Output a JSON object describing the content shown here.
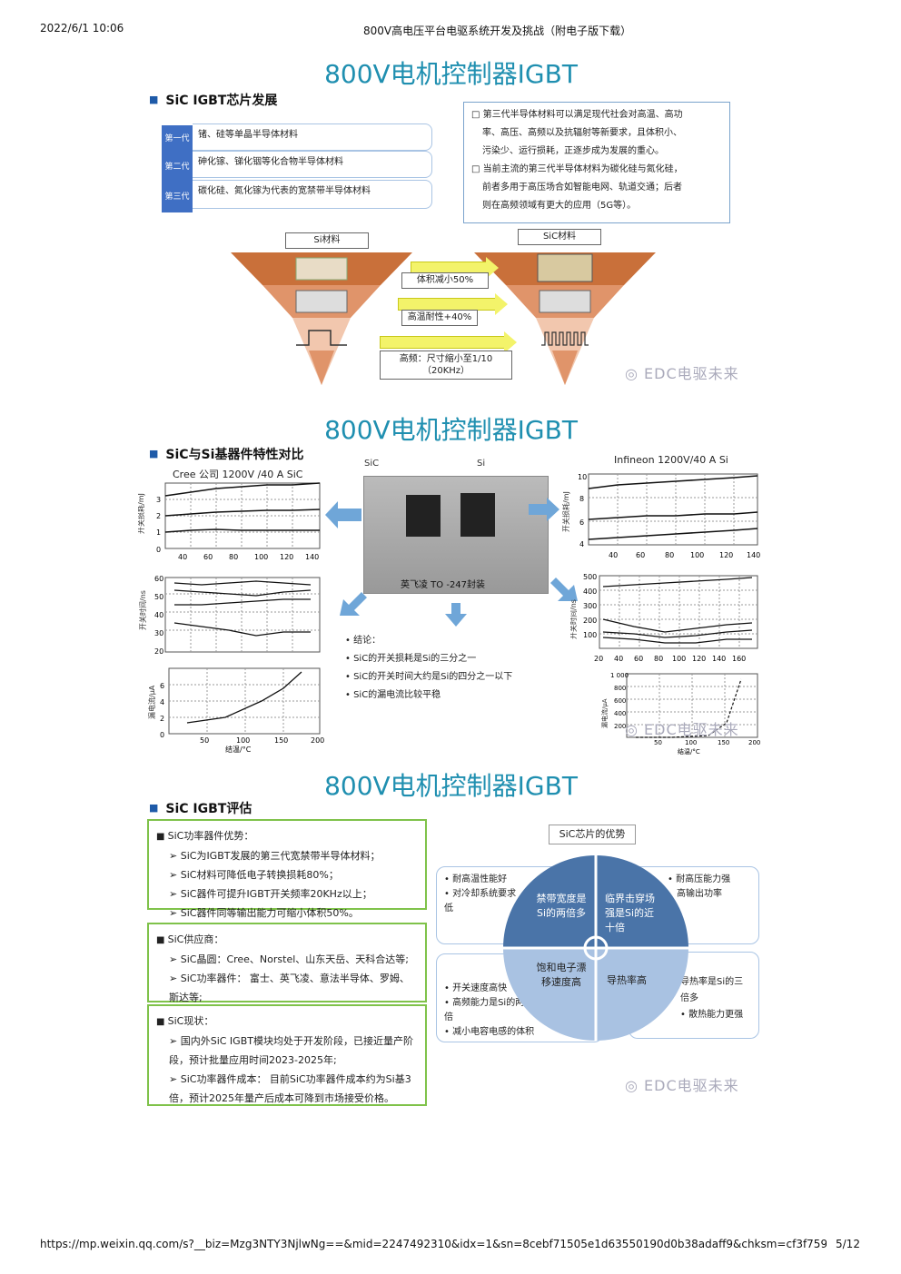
{
  "header": {
    "datetime": "2022/6/1 10:06",
    "doc_title": "800V高电压平台电驱系统开发及挑战（附电子版下载）"
  },
  "footer": {
    "url": "https://mp.weixin.qq.com/s?__biz=Mzg3NTY3NjlwNg==&mid=2247492310&idx=1&sn=8cebf71505e1d63550190d0b38adaff9&chksm=cf3f7597f…",
    "page": "5/12"
  },
  "slide1": {
    "title": "800V电机控制器IGBT",
    "section": "SiC IGBT芯片发展",
    "generations": [
      {
        "label": "第一代",
        "text": "锗、硅等单晶半导体材料"
      },
      {
        "label": "第二代",
        "text": "砷化镓、锑化铟等化合物半导体材料"
      },
      {
        "label": "第三代",
        "text": "碳化硅、氮化镓为代表的宽禁带半导体材料"
      }
    ],
    "note_lines": [
      "第三代半导体材料可以满足现代社会对高温、高功",
      "率、高压、高频以及抗辐射等新要求，且体积小、",
      "污染少、运行损耗，正逐步成为发展的重心。",
      "当前主流的第三代半导体材料为碳化硅与氮化硅，",
      "前者多用于高压场合如智能电网、轨道交通；后者",
      "则在高频领域有更大的应用（5G等）。"
    ],
    "si_label": "Si材料",
    "sic_label": "SiC材料",
    "arrows": [
      "体积减小50%",
      "高温耐性+40%",
      "高频：尺寸缩小至1/10",
      "（20KHz）"
    ],
    "watermark": "EDC电驱未来"
  },
  "slide2": {
    "title": "800V电机控制器IGBT",
    "section": "SiC与Si基器件特性对比",
    "left_chart_title": "Cree 公司  1200V /40 A SiC",
    "right_chart_title": "Infineon  1200V/40 A Si",
    "photo_labels": {
      "sic": "SiC",
      "si": "Si",
      "caption": "英飞凌 TO -247封装"
    },
    "ylabel_loss": "开关损耗/mJ",
    "ylabel_time": "开关时间/ns",
    "ylabel_leak": "漏电流/μA",
    "xlabel_temp": "结温/°C",
    "conclusion_title": "结论：",
    "conclusions": [
      "SiC的开关损耗是Si的三分之一",
      "SiC的开关时间大约是Si的四分之一以下",
      "SiC的漏电流比较平稳"
    ],
    "left_loss_ticks_x": [
      "40",
      "60",
      "80",
      "100",
      "120",
      "140"
    ],
    "left_loss_ticks_y": [
      "0",
      "1",
      "2",
      "3"
    ],
    "right_loss_ticks_x": [
      "40",
      "60",
      "80",
      "100",
      "120",
      "140"
    ],
    "right_loss_ticks_y": [
      "4",
      "6",
      "8",
      "10"
    ],
    "left_time_ticks_y": [
      "20",
      "30",
      "40",
      "50",
      "60"
    ],
    "right_time_ticks_y": [
      "100",
      "200",
      "300",
      "400",
      "500"
    ],
    "right_time_ticks_x": [
      "20",
      "40",
      "60",
      "80",
      "100",
      "120",
      "140",
      "160"
    ],
    "left_leak_ticks_x": [
      "50",
      "100",
      "150",
      "200"
    ],
    "left_leak_ticks_y": [
      "0",
      "2",
      "4",
      "6"
    ],
    "right_leak_ticks_x": [
      "50",
      "100",
      "150",
      "200"
    ],
    "right_leak_ticks_y": [
      "200",
      "400",
      "600",
      "800",
      "1 000"
    ],
    "watermark": "EDC电驱未来"
  },
  "slide3": {
    "title": "800V电机控制器IGBT",
    "section": "SiC IGBT评估",
    "adv_title": "SiC功率器件优势：",
    "adv_items": [
      "SiC为IGBT发展的第三代宽禁带半导体材料；",
      "SiC材料可降低电子转换损耗80%；",
      "SiC器件可提升IGBT开关频率20KHz以上；",
      "SiC器件同等输出能力可缩小体积50%。"
    ],
    "sup_title": "SiC供应商：",
    "sup_items": [
      "SiC晶圆：Cree、Norstel、山东天岳、天科合达等;",
      "SiC功率器件：  富士、英飞凌、意法半导体、罗姆、斯达等;"
    ],
    "status_title": "SiC现状：",
    "status_items": [
      "国内外SiC IGBT模块均处于开发阶段，已接近量产阶段，预计批量应用时间2023-2025年;",
      "SiC功率器件成本：  目前SiC功率器件成本约为Si基3倍，预计2025年量产后成本可降到市场接受价格。"
    ],
    "diagram_title": "SiC芯片的优势",
    "quadrants": {
      "tl": "禁带宽度是Si的两倍多",
      "tr": "临界击穿场强是Si的近十倍",
      "bl": "饱和电子漂移速度高",
      "br": "导热率高"
    },
    "outer": {
      "tl": [
        "耐高温性能好",
        "对冷却系统要求低"
      ],
      "tr": [
        "耐高压能力强",
        "高输出功率"
      ],
      "bl": [
        "开关速度高快",
        "高频能力是Si的两倍",
        "减小电容电感的体积"
      ],
      "br": [
        "导热率是Si的三倍多",
        "散热能力更强"
      ]
    },
    "watermark": "EDC电驱未来"
  },
  "colors": {
    "title_blue": "#1f8fb0",
    "gen_blue": "#3f6fc4",
    "green_border": "#7fc24a",
    "orange_top": "#c9703a",
    "orange_mid": "#e0946a",
    "orange_light": "#f2c7ae",
    "quad_dark": "#4a74a8",
    "quad_light": "#a9c2e2"
  }
}
